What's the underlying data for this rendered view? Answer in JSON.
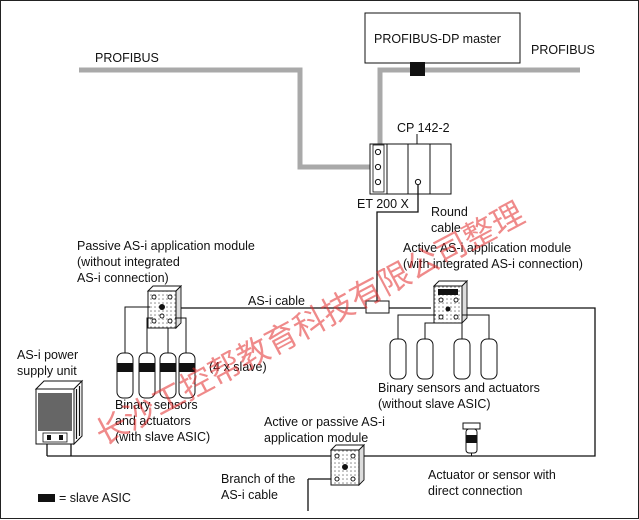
{
  "labels": {
    "profibus_left": "PROFIBUS",
    "profibus_right": "PROFIBUS",
    "master": "PROFIBUS-DP master",
    "cp": "CP 142-2",
    "et200x": "ET 200 X",
    "round_cable_1": "Round",
    "round_cable_2": "cable",
    "passive_module_1": "Passive AS-i application module",
    "passive_module_2": "(without integrated",
    "passive_module_3": "AS-i connection)",
    "active_module_1": "Active AS-i application module",
    "active_module_2": "(with integrated AS-i connection)",
    "asi_cable": "AS-i cable",
    "power_supply_1": "AS-i power",
    "power_supply_2": "supply unit",
    "four_slave": "(4 x slave)",
    "binary_asic_1": "Binary sensors",
    "binary_asic_2": "and actuators",
    "binary_asic_3": "(with slave ASIC)",
    "binary_noasic_1": "Binary sensors and actuators",
    "binary_noasic_2": "(without slave ASIC)",
    "active_passive_1": "Active or passive AS-i",
    "active_passive_2": "application module",
    "actuator_direct_1": "Actuator or sensor with",
    "actuator_direct_2": "direct connection",
    "branch_1": "Branch of the",
    "branch_2": "AS-i cable",
    "legend": "= slave ASIC"
  },
  "watermark": "长沙工控帮教育科技有限公司整理",
  "colors": {
    "profibus_cable": "#a9a9a9",
    "line": "#111111",
    "asic": "#111111",
    "watermark": "#e32b2b"
  }
}
